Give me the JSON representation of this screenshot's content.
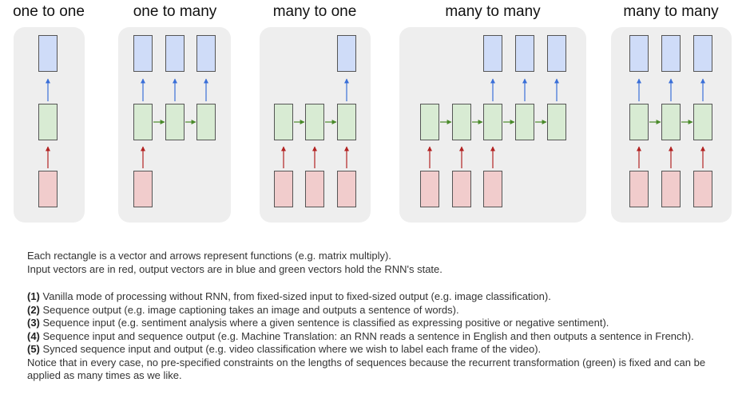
{
  "titles": [
    "one to one",
    "one to many",
    "many to one",
    "many to many",
    "many to many"
  ],
  "colors": {
    "output": "#cfdcf8",
    "hidden": "#d8ebd3",
    "input": "#f1cccc",
    "arrow_up_blue": "#3a6fd8",
    "arrow_up_red": "#b22222",
    "arrow_right_green": "#4a8a2a",
    "panel": "#eeeeee"
  },
  "caption": {
    "intro_1": "Each rectangle is a vector and arrows represent functions (e.g. matrix multiply).",
    "intro_2": "Input vectors are in red, output vectors are in blue and green vectors hold the RNN's state.",
    "items": [
      {
        "num": "(1)",
        "text": " Vanilla mode of processing without RNN, from fixed-sized input to fixed-sized output (e.g. image classification)."
      },
      {
        "num": "(2)",
        "text": " Sequence output (e.g. image captioning takes an image and outputs a sentence of words)."
      },
      {
        "num": "(3)",
        "text": " Sequence input (e.g. sentiment analysis where a given sentence is classified as expressing positive or negative sentiment)."
      },
      {
        "num": "(4)",
        "text": " Sequence input and sequence output (e.g. Machine Translation: an RNN reads a sentence in English and then outputs a sentence in French)."
      },
      {
        "num": "(5)",
        "text": " Synced sequence input and output (e.g. video classification where we wish to label each frame of the video)."
      }
    ],
    "notice": "Notice that in every case, no pre-specified constraints on the lengths of sequences because the recurrent transformation (green) is fixed and can be applied as many times as we like."
  }
}
